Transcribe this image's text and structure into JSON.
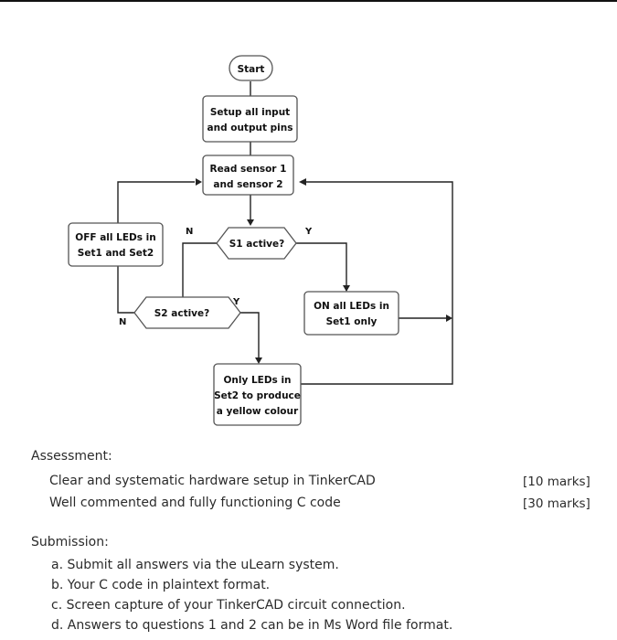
{
  "flowchart": {
    "start": "Start",
    "setup": [
      "Setup all input",
      "and output pins"
    ],
    "read": [
      "Read sensor 1",
      "and sensor 2"
    ],
    "s1": "S1 active?",
    "s2": "S2 active?",
    "off": [
      "OFF all LEDs in",
      "Set1 and Set2"
    ],
    "on": [
      "ON all LEDs in",
      "Set1 only"
    ],
    "only": [
      "Only LEDs in",
      "Set2 to produce",
      "a yellow colour"
    ],
    "yes": "Y",
    "no": "N"
  },
  "assessment": {
    "title": "Assessment:",
    "items": [
      {
        "text": "Clear and systematic hardware setup in TinkerCAD",
        "marks": "[10 marks]"
      },
      {
        "text": "Well commented and fully functioning C code",
        "marks": "[30 marks]"
      }
    ]
  },
  "submission": {
    "title": "Submission:",
    "items": [
      "a. Submit all answers via the uLearn system.",
      "b. Your C code in plaintext format.",
      "c. Screen capture of your TinkerCAD circuit connection.",
      "d. Answers to questions 1 and 2 can be in Ms Word file format."
    ]
  }
}
